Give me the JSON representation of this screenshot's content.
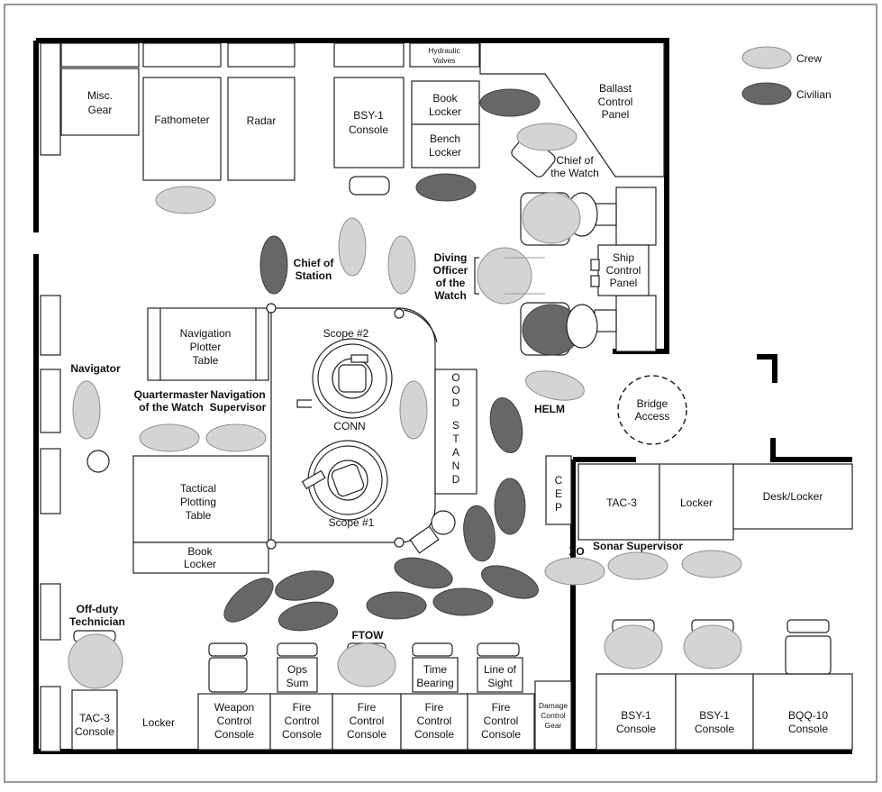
{
  "legend": {
    "crew": "Crew",
    "civilian": "Civilian"
  },
  "colors": {
    "crew": "#d4d4d4",
    "civilian": "#676767",
    "wall": "#000000"
  },
  "equipment": {
    "misc_gear": [
      "Misc.",
      "Gear"
    ],
    "fathometer": "Fathometer",
    "radar": "Radar",
    "bsy1_console_top": [
      "BSY-1",
      "Console"
    ],
    "hydraulic_valves": [
      "Hydraulic",
      "Valves"
    ],
    "book_locker_top": [
      "Book",
      "Locker"
    ],
    "bench_locker": [
      "Bench",
      "Locker"
    ],
    "ballast_panel": [
      "Ballast",
      "Control",
      "Panel"
    ],
    "ship_control_panel": [
      "Ship",
      "Control",
      "Panel"
    ],
    "nav_plotter_table": [
      "Navigation",
      "Plotter",
      "Table"
    ],
    "tactical_plotting_table": [
      "Tactical",
      "Plotting",
      "Table"
    ],
    "book_locker_left": [
      "Book",
      "Locker"
    ],
    "scope2": "Scope #2",
    "conn": "CONN",
    "scope1": "Scope #1",
    "ood_stand": [
      "O",
      "O",
      "D",
      "S",
      "T",
      "A",
      "N",
      "D"
    ],
    "cep": [
      "C",
      "E",
      "P"
    ],
    "bridge_access": [
      "Bridge",
      "Access"
    ],
    "tac3_right": "TAC-3",
    "locker_right": "Locker",
    "desk_locker": "Desk/Locker",
    "ops_sum": [
      "Ops",
      "Sum"
    ],
    "time_bearing": [
      "Time",
      "Bearing"
    ],
    "line_of_sight": [
      "Line of",
      "Sight"
    ],
    "tac3_console": [
      "TAC-3",
      "Console"
    ],
    "locker_bottom": "Locker",
    "weapon_control": [
      "Weapon",
      "Control",
      "Console"
    ],
    "fire_control_1": [
      "Fire",
      "Control",
      "Console"
    ],
    "fire_control_2": [
      "Fire",
      "Control",
      "Console"
    ],
    "fire_control_3": [
      "Fire",
      "Control",
      "Console"
    ],
    "fire_control_4": [
      "Fire",
      "Control",
      "Console"
    ],
    "damage_control": [
      "Damage",
      "Control",
      "Gear"
    ],
    "bsy1_console_a": [
      "BSY-1",
      "Console"
    ],
    "bsy1_console_b": [
      "BSY-1",
      "Console"
    ],
    "bqq10_console": [
      "BQQ-10",
      "Console"
    ]
  },
  "roles": {
    "chief_of_station": [
      "Chief of",
      "Station"
    ],
    "chief_of_watch": [
      "Chief of",
      "the Watch"
    ],
    "diving_officer": [
      "Diving",
      "Officer",
      "of the",
      "Watch"
    ],
    "navigator": "Navigator",
    "quartermaster": [
      "Quartermaster",
      "of the Watch"
    ],
    "nav_supervisor": [
      "Navigation",
      "Supervisor"
    ],
    "helm": "HELM",
    "xo": "XO",
    "sonar_supervisor": "Sonar Supervisor",
    "offduty_tech": [
      "Off-duty",
      "Technician"
    ],
    "ftow": "FTOW"
  }
}
